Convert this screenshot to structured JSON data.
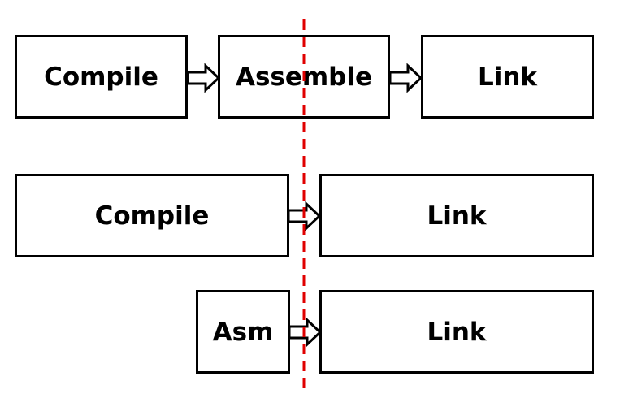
{
  "diagram": {
    "rows": [
      {
        "stages": [
          {
            "label": "Compile"
          },
          {
            "label": "Assemble"
          },
          {
            "label": "Link"
          }
        ]
      },
      {
        "stages": [
          {
            "label": "Compile"
          },
          {
            "label": "Link"
          }
        ]
      },
      {
        "stages": [
          {
            "label": "Asm"
          },
          {
            "label": "Link"
          }
        ]
      }
    ],
    "colors": {
      "box_border": "#000000",
      "arrow": "#000000",
      "divider": "#e00000"
    }
  }
}
